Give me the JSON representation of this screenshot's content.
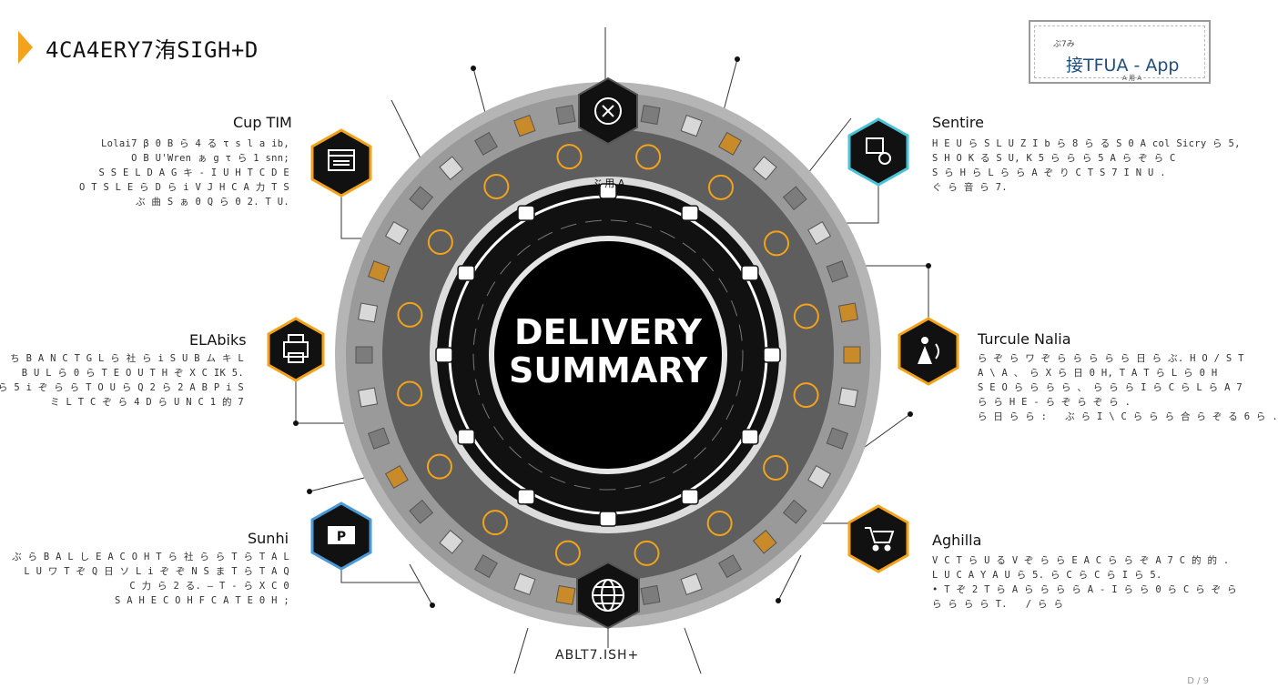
{
  "header": {
    "title": "4CA4ERY7洧SIGH+D"
  },
  "app_box": {
    "small_text": "ぶ7み",
    "main_text": "接TFUA - App",
    "bottom_marks": "A 用 A"
  },
  "center": {
    "line1": "DELIVERY",
    "line2": "SUMMARY"
  },
  "ring_text": "ぶ 用 A",
  "footer_text": "ABLT7.ISH+",
  "page_number": "D / 9",
  "nodes": [
    {
      "id": "cup-tim",
      "title": "Cup TIM",
      "icon": "window-icon",
      "body": "Lolai7 β 0 B ら 4 る τ s l a ib,\nO B U'Wren ぁ g τ ら 1 snn;\nS S E L D A G キ - I U H T C D E\nO T S L E ら D ら i V J H C A 力 T S\nぶ 曲 S ぁ 0 Q ら 0 2. T U."
    },
    {
      "id": "elabiks",
      "title": "ELAbiks",
      "icon": "printer-icon",
      "body": "ち B A N C T G L ら 社 ら i S U B ム キ L\nB U L ら 0 ら T E O U T H ぞ X C IK 5.\nら 5 i ぞ ら ら T O U ら Q 2 ら 2 A B P i S\nミ L T C ぞ ら 4 D ら U N C 1 的 7"
    },
    {
      "id": "sunhi",
      "title": "Sunhi",
      "icon": "document-p-icon",
      "body": "ぶ ら B A L し E A C O H T ら 社 ら ら T ら T A L\nL U ワ T ぞ Q 日 ソ L i ぞ ぞ N S ま T ら T A Q\nC 力 ら 2 る. — T - ら X C 0\nS A H E C O H F C A T E 0 H ;"
    },
    {
      "id": "sentire",
      "title": "Sentire",
      "icon": "settings-sheet-icon",
      "body": "H E U ら S L U Z I b ら 8 ら る S 0 A col Sicry ら 5,\nS H O K る S U, K 5 ら ら ら 5 A ら ぞ ら C\nS ら H ら L ら ら A ぞ り C T S 7 I N U .\nぐ ら 音 ら 7."
    },
    {
      "id": "turcule-nalia",
      "title": "Turcule Nalia",
      "icon": "signal-person-icon",
      "body": "ら ぞ ら ワ ぞ ら ら ら ら ら 日 ら ぶ. H O / S T\nA \\ A 、 ら X ら 日 0 H, T A T ら L ら 0 H\nS E O ら ら ら ら 、 ら ら ら I ら C ら L ら A 7\nら ら H E - ら ぞ ら ぞ ら .\nら 日 ら ら :   ぶ ら I \\ C ら ら ら 合 ら ぞ る 6 ら ."
    },
    {
      "id": "aghilla",
      "title": "Aghilla",
      "icon": "cart-icon",
      "body": "V C T ら U る V ぞ ら ら E A C ら ら ぞ A 7 C 的 的 .\nL U C A Y A U ら 5. ら C ら C ら I ら 5.\n• T ぞ 2 T ら A ら ら ら ら A - I ら ら 0 ら C ら ぞ ら\nら ら ら ら T.   / ら ら"
    }
  ],
  "colors": {
    "accent": "#f2a31b",
    "dark": "#111111",
    "ring_gray": "#8a8a8a",
    "light_gray": "#c9c9c9"
  }
}
